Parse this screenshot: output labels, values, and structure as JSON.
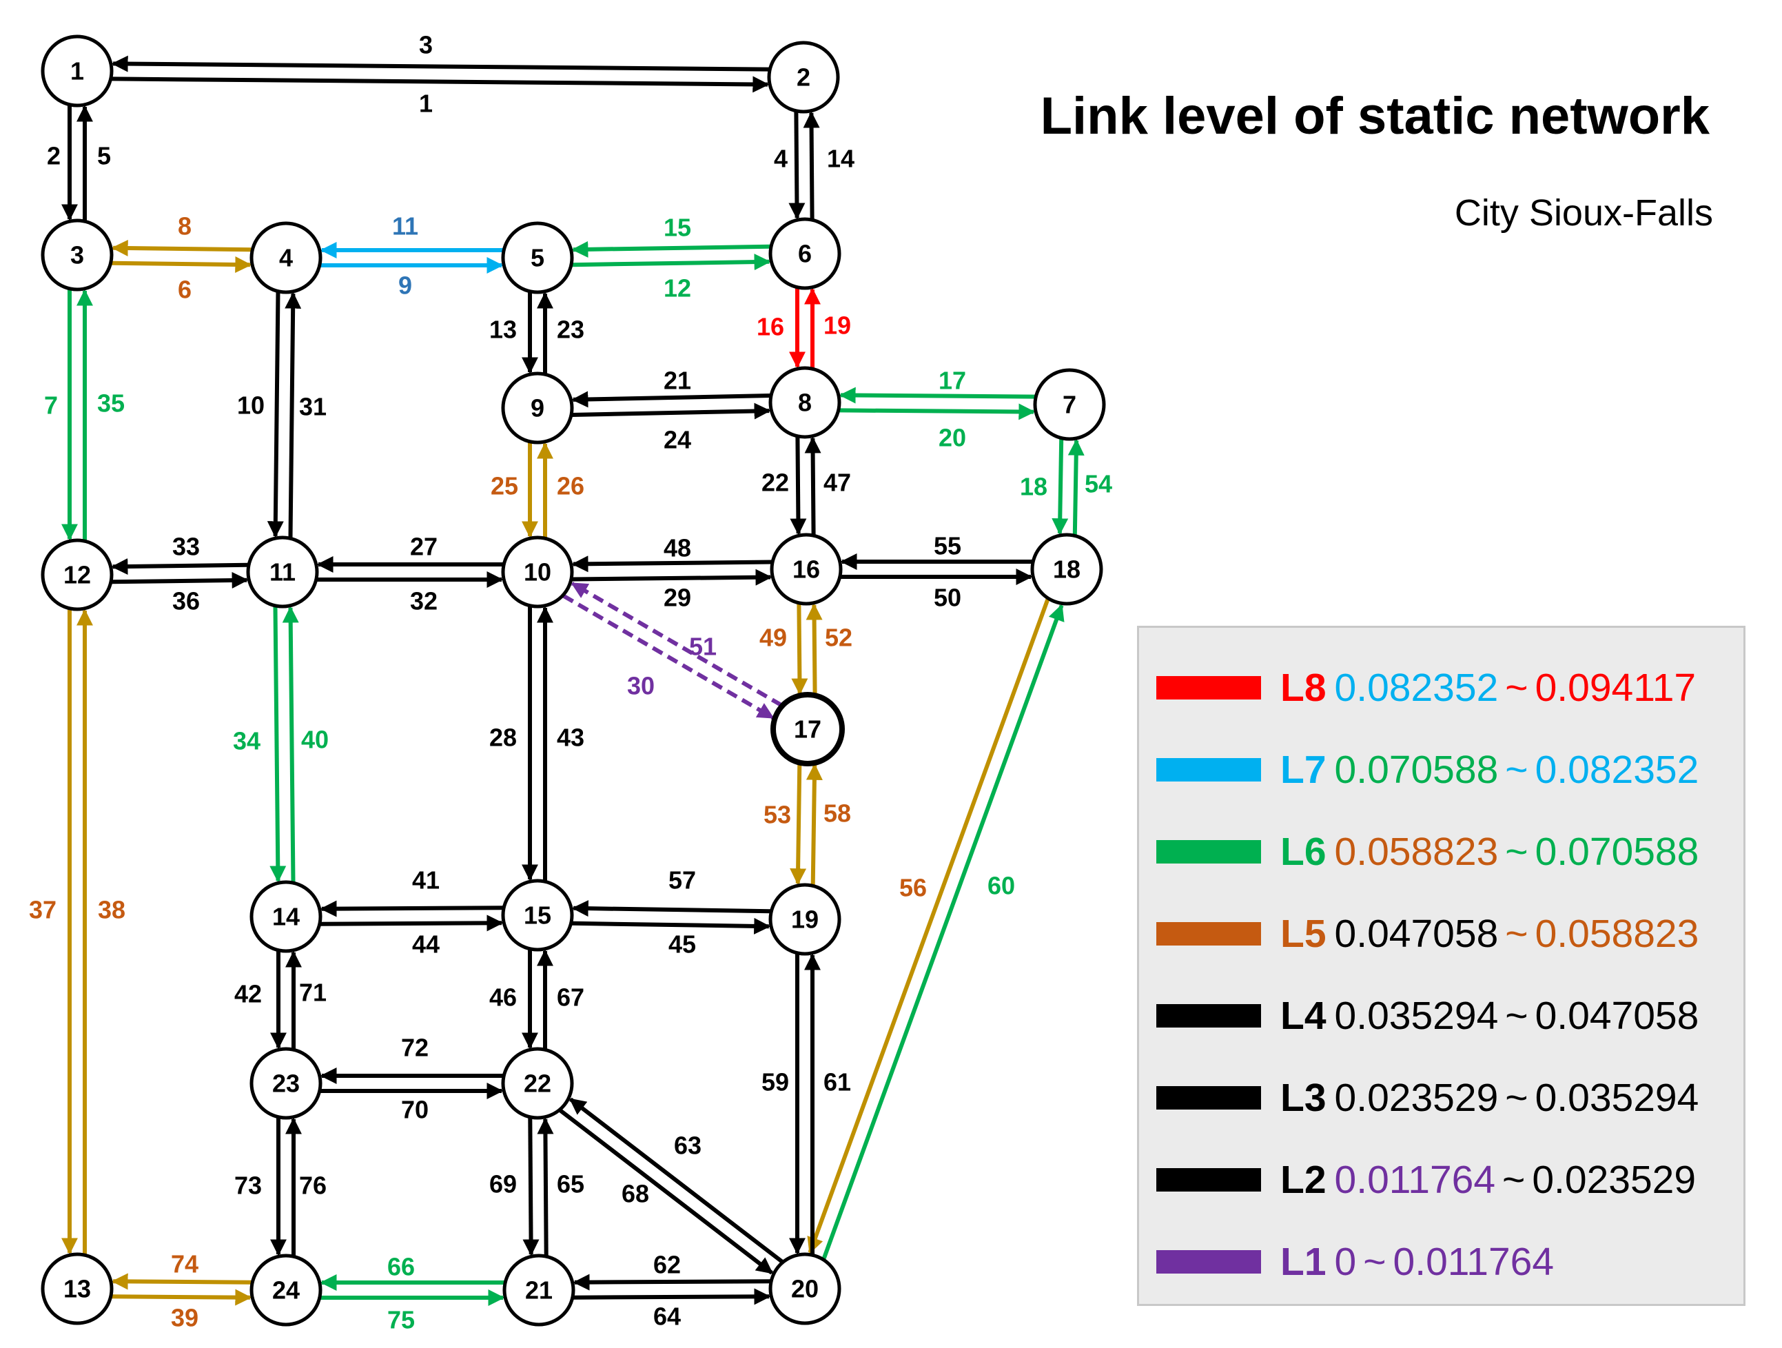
{
  "title": "Link level of static network",
  "subtitle": "City Sioux-Falls",
  "colors": {
    "L1": "#7030a0",
    "L2": "#000000",
    "L3": "#000000",
    "L4": "#000000",
    "L5": "#c55a11",
    "L6": "#00b050",
    "L7": "#00b0f0",
    "L8": "#ff0000",
    "gold": "#bf9000",
    "blue_label": "#2e75b6",
    "node_stroke": "#000000",
    "node_fill": "#ffffff"
  },
  "legend": [
    {
      "level": "L8",
      "color": "#ff0000",
      "low": "0.082352",
      "low_color": "#00b0f0",
      "sep": "~",
      "sep_color": "#ff0000",
      "high": "0.094117",
      "high_color": "#ff0000"
    },
    {
      "level": "L7",
      "color": "#00b0f0",
      "low": "0.070588",
      "low_color": "#00b050",
      "sep": "~",
      "sep_color": "#00b0f0",
      "high": "0.082352",
      "high_color": "#00b0f0"
    },
    {
      "level": "L6",
      "color": "#00b050",
      "low": "0.058823",
      "low_color": "#c55a11",
      "sep": "~",
      "sep_color": "#00b050",
      "high": "0.070588",
      "high_color": "#00b050"
    },
    {
      "level": "L5",
      "color": "#c55a11",
      "low": "0.047058",
      "low_color": "#000000",
      "sep": "~",
      "sep_color": "#c55a11",
      "high": "0.058823",
      "high_color": "#c55a11"
    },
    {
      "level": "L4",
      "color": "#000000",
      "low": "0.035294",
      "low_color": "#000000",
      "sep": "~",
      "sep_color": "#000000",
      "high": "0.047058",
      "high_color": "#000000"
    },
    {
      "level": "L3",
      "color": "#000000",
      "low": "0.023529",
      "low_color": "#000000",
      "sep": "~",
      "sep_color": "#000000",
      "high": "0.035294",
      "high_color": "#000000"
    },
    {
      "level": "L2",
      "color": "#000000",
      "low": "0.011764",
      "low_color": "#7030a0",
      "sep": "~",
      "sep_color": "#000000",
      "high": "0.023529",
      "high_color": "#000000"
    },
    {
      "level": "L1",
      "color": "#7030a0",
      "low": "0",
      "low_color": "#7030a0",
      "sep": "~",
      "sep_color": "#7030a0",
      "high": "0.011764",
      "high_color": "#7030a0"
    }
  ],
  "nodes": [
    {
      "id": "1"
    },
    {
      "id": "2"
    },
    {
      "id": "3"
    },
    {
      "id": "4"
    },
    {
      "id": "5"
    },
    {
      "id": "6"
    },
    {
      "id": "7"
    },
    {
      "id": "8"
    },
    {
      "id": "9"
    },
    {
      "id": "10"
    },
    {
      "id": "11"
    },
    {
      "id": "12"
    },
    {
      "id": "13"
    },
    {
      "id": "14"
    },
    {
      "id": "15"
    },
    {
      "id": "16"
    },
    {
      "id": "17"
    },
    {
      "id": "18"
    },
    {
      "id": "19"
    },
    {
      "id": "20"
    },
    {
      "id": "21"
    },
    {
      "id": "22"
    },
    {
      "id": "23"
    },
    {
      "id": "24"
    }
  ],
  "links": [
    {
      "id": "1",
      "from": "1",
      "to": "2",
      "color": "#000000",
      "label_color": "#000000"
    },
    {
      "id": "3",
      "from": "2",
      "to": "1",
      "color": "#000000",
      "label_color": "#000000"
    },
    {
      "id": "2",
      "from": "1",
      "to": "3",
      "color": "#000000",
      "label_color": "#000000"
    },
    {
      "id": "5",
      "from": "3",
      "to": "1",
      "color": "#000000",
      "label_color": "#000000"
    },
    {
      "id": "4",
      "from": "2",
      "to": "6",
      "color": "#000000",
      "label_color": "#000000"
    },
    {
      "id": "14",
      "from": "6",
      "to": "2",
      "color": "#000000",
      "label_color": "#000000"
    },
    {
      "id": "6",
      "from": "3",
      "to": "4",
      "color": "#bf9000",
      "label_color": "#c55a11"
    },
    {
      "id": "8",
      "from": "4",
      "to": "3",
      "color": "#bf9000",
      "label_color": "#c55a11"
    },
    {
      "id": "9",
      "from": "4",
      "to": "5",
      "color": "#00b0f0",
      "label_color": "#2e75b6"
    },
    {
      "id": "11",
      "from": "5",
      "to": "4",
      "color": "#00b0f0",
      "label_color": "#2e75b6"
    },
    {
      "id": "12",
      "from": "5",
      "to": "6",
      "color": "#00b050",
      "label_color": "#00b050"
    },
    {
      "id": "15",
      "from": "6",
      "to": "5",
      "color": "#00b050",
      "label_color": "#00b050"
    },
    {
      "id": "7",
      "from": "3",
      "to": "12",
      "color": "#00b050",
      "label_color": "#00b050"
    },
    {
      "id": "35",
      "from": "12",
      "to": "3",
      "color": "#00b050",
      "label_color": "#00b050"
    },
    {
      "id": "10",
      "from": "4",
      "to": "11",
      "color": "#000000",
      "label_color": "#000000"
    },
    {
      "id": "31",
      "from": "11",
      "to": "4",
      "color": "#000000",
      "label_color": "#000000"
    },
    {
      "id": "13",
      "from": "5",
      "to": "9",
      "color": "#000000",
      "label_color": "#000000"
    },
    {
      "id": "23",
      "from": "9",
      "to": "5",
      "color": "#000000",
      "label_color": "#000000"
    },
    {
      "id": "16",
      "from": "6",
      "to": "8",
      "color": "#ff0000",
      "label_color": "#ff0000"
    },
    {
      "id": "19",
      "from": "8",
      "to": "6",
      "color": "#ff0000",
      "label_color": "#ff0000"
    },
    {
      "id": "21",
      "from": "8",
      "to": "9",
      "color": "#000000",
      "label_color": "#000000"
    },
    {
      "id": "24",
      "from": "9",
      "to": "8",
      "color": "#000000",
      "label_color": "#000000"
    },
    {
      "id": "17",
      "from": "7",
      "to": "8",
      "color": "#00b050",
      "label_color": "#00b050"
    },
    {
      "id": "20",
      "from": "8",
      "to": "7",
      "color": "#00b050",
      "label_color": "#00b050"
    },
    {
      "id": "25",
      "from": "9",
      "to": "10",
      "color": "#bf9000",
      "label_color": "#c55a11"
    },
    {
      "id": "26",
      "from": "10",
      "to": "9",
      "color": "#bf9000",
      "label_color": "#c55a11"
    },
    {
      "id": "22",
      "from": "8",
      "to": "16",
      "color": "#000000",
      "label_color": "#000000"
    },
    {
      "id": "47",
      "from": "16",
      "to": "8",
      "color": "#000000",
      "label_color": "#000000"
    },
    {
      "id": "18",
      "from": "7",
      "to": "18",
      "color": "#00b050",
      "label_color": "#00b050"
    },
    {
      "id": "54",
      "from": "18",
      "to": "7",
      "color": "#00b050",
      "label_color": "#00b050"
    },
    {
      "id": "33",
      "from": "11",
      "to": "12",
      "color": "#000000",
      "label_color": "#000000"
    },
    {
      "id": "36",
      "from": "12",
      "to": "11",
      "color": "#000000",
      "label_color": "#000000"
    },
    {
      "id": "27",
      "from": "10",
      "to": "11",
      "color": "#000000",
      "label_color": "#000000"
    },
    {
      "id": "32",
      "from": "11",
      "to": "10",
      "color": "#000000",
      "label_color": "#000000"
    },
    {
      "id": "48",
      "from": "16",
      "to": "10",
      "color": "#000000",
      "label_color": "#000000"
    },
    {
      "id": "29",
      "from": "10",
      "to": "16",
      "color": "#000000",
      "label_color": "#000000"
    },
    {
      "id": "55",
      "from": "18",
      "to": "16",
      "color": "#000000",
      "label_color": "#000000"
    },
    {
      "id": "50",
      "from": "16",
      "to": "18",
      "color": "#000000",
      "label_color": "#000000"
    },
    {
      "id": "30",
      "from": "10",
      "to": "17",
      "color": "#7030a0",
      "label_color": "#7030a0",
      "dashed": true
    },
    {
      "id": "51",
      "from": "17",
      "to": "10",
      "color": "#7030a0",
      "label_color": "#7030a0",
      "dashed": true
    },
    {
      "id": "49",
      "from": "16",
      "to": "17",
      "color": "#bf9000",
      "label_color": "#c55a11"
    },
    {
      "id": "52",
      "from": "17",
      "to": "16",
      "color": "#bf9000",
      "label_color": "#c55a11"
    },
    {
      "id": "37",
      "from": "12",
      "to": "13",
      "color": "#bf9000",
      "label_color": "#c55a11"
    },
    {
      "id": "38",
      "from": "13",
      "to": "12",
      "color": "#bf9000",
      "label_color": "#c55a11"
    },
    {
      "id": "34",
      "from": "11",
      "to": "14",
      "color": "#00b050",
      "label_color": "#00b050"
    },
    {
      "id": "40",
      "from": "14",
      "to": "11",
      "color": "#00b050",
      "label_color": "#00b050"
    },
    {
      "id": "28",
      "from": "10",
      "to": "15",
      "color": "#000000",
      "label_color": "#000000"
    },
    {
      "id": "43",
      "from": "15",
      "to": "10",
      "color": "#000000",
      "label_color": "#000000"
    },
    {
      "id": "53",
      "from": "17",
      "to": "19",
      "color": "#bf9000",
      "label_color": "#c55a11"
    },
    {
      "id": "58",
      "from": "19",
      "to": "17",
      "color": "#bf9000",
      "label_color": "#c55a11"
    },
    {
      "id": "56",
      "from": "18",
      "to": "20",
      "color": "#bf9000",
      "label_color": "#c55a11"
    },
    {
      "id": "60",
      "from": "20",
      "to": "18",
      "color": "#00b050",
      "label_color": "#00b050"
    },
    {
      "id": "41",
      "from": "15",
      "to": "14",
      "color": "#000000",
      "label_color": "#000000"
    },
    {
      "id": "44",
      "from": "14",
      "to": "15",
      "color": "#000000",
      "label_color": "#000000"
    },
    {
      "id": "57",
      "from": "19",
      "to": "15",
      "color": "#000000",
      "label_color": "#000000"
    },
    {
      "id": "45",
      "from": "15",
      "to": "19",
      "color": "#000000",
      "label_color": "#000000"
    },
    {
      "id": "42",
      "from": "14",
      "to": "23",
      "color": "#000000",
      "label_color": "#000000"
    },
    {
      "id": "71",
      "from": "23",
      "to": "14",
      "color": "#000000",
      "label_color": "#000000"
    },
    {
      "id": "46",
      "from": "15",
      "to": "22",
      "color": "#000000",
      "label_color": "#000000"
    },
    {
      "id": "67",
      "from": "22",
      "to": "15",
      "color": "#000000",
      "label_color": "#000000"
    },
    {
      "id": "59",
      "from": "19",
      "to": "20",
      "color": "#000000",
      "label_color": "#000000"
    },
    {
      "id": "61",
      "from": "20",
      "to": "19",
      "color": "#000000",
      "label_color": "#000000"
    },
    {
      "id": "72",
      "from": "23",
      "to": "22",
      "color": "#000000",
      "label_color": "#000000"
    },
    {
      "id": "70",
      "from": "22",
      "to": "23",
      "color": "#000000",
      "label_color": "#000000"
    },
    {
      "id": "63",
      "from": "20",
      "to": "22",
      "color": "#000000",
      "label_color": "#000000"
    },
    {
      "id": "68",
      "from": "22",
      "to": "20",
      "color": "#000000",
      "label_color": "#000000"
    },
    {
      "id": "73",
      "from": "23",
      "to": "24",
      "color": "#000000",
      "label_color": "#000000"
    },
    {
      "id": "76",
      "from": "24",
      "to": "23",
      "color": "#000000",
      "label_color": "#000000"
    },
    {
      "id": "69",
      "from": "22",
      "to": "21",
      "color": "#000000",
      "label_color": "#000000"
    },
    {
      "id": "65",
      "from": "21",
      "to": "22",
      "color": "#000000",
      "label_color": "#000000"
    },
    {
      "id": "74",
      "from": "24",
      "to": "13",
      "color": "#bf9000",
      "label_color": "#c55a11"
    },
    {
      "id": "39",
      "from": "13",
      "to": "24",
      "color": "#bf9000",
      "label_color": "#c55a11"
    },
    {
      "id": "66",
      "from": "21",
      "to": "24",
      "color": "#00b050",
      "label_color": "#00b050"
    },
    {
      "id": "75",
      "from": "24",
      "to": "21",
      "color": "#00b050",
      "label_color": "#00b050"
    },
    {
      "id": "62",
      "from": "20",
      "to": "21",
      "color": "#000000",
      "label_color": "#000000"
    },
    {
      "id": "64",
      "from": "21",
      "to": "20",
      "color": "#000000",
      "label_color": "#000000"
    }
  ]
}
